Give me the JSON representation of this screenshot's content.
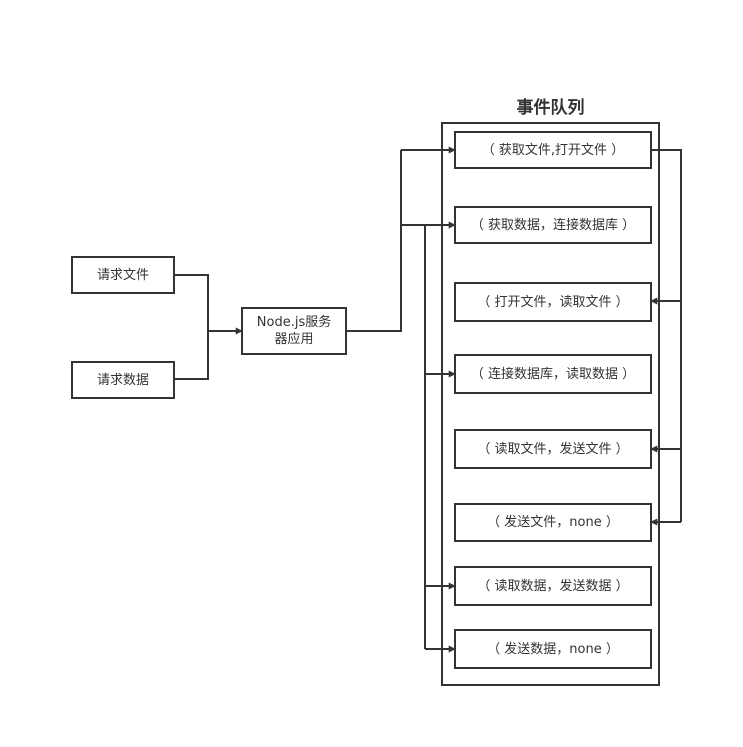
{
  "diagram": {
    "queue_title": "事件队列",
    "request_file": "请求文件",
    "request_data": "请求数据",
    "server_app": "Node.js服务器应用",
    "events": [
      "（ 获取文件,打开文件 ）",
      "（ 获取数据，连接数据库 ）",
      "（ 打开文件，读取文件 ）",
      "（ 连接数据库，读取数据 ）",
      "（ 读取文件，发送文件 ）",
      "（ 发送文件，none ）",
      "（ 读取数据，发送数据 ）",
      "（ 发送数据，none ）"
    ]
  }
}
